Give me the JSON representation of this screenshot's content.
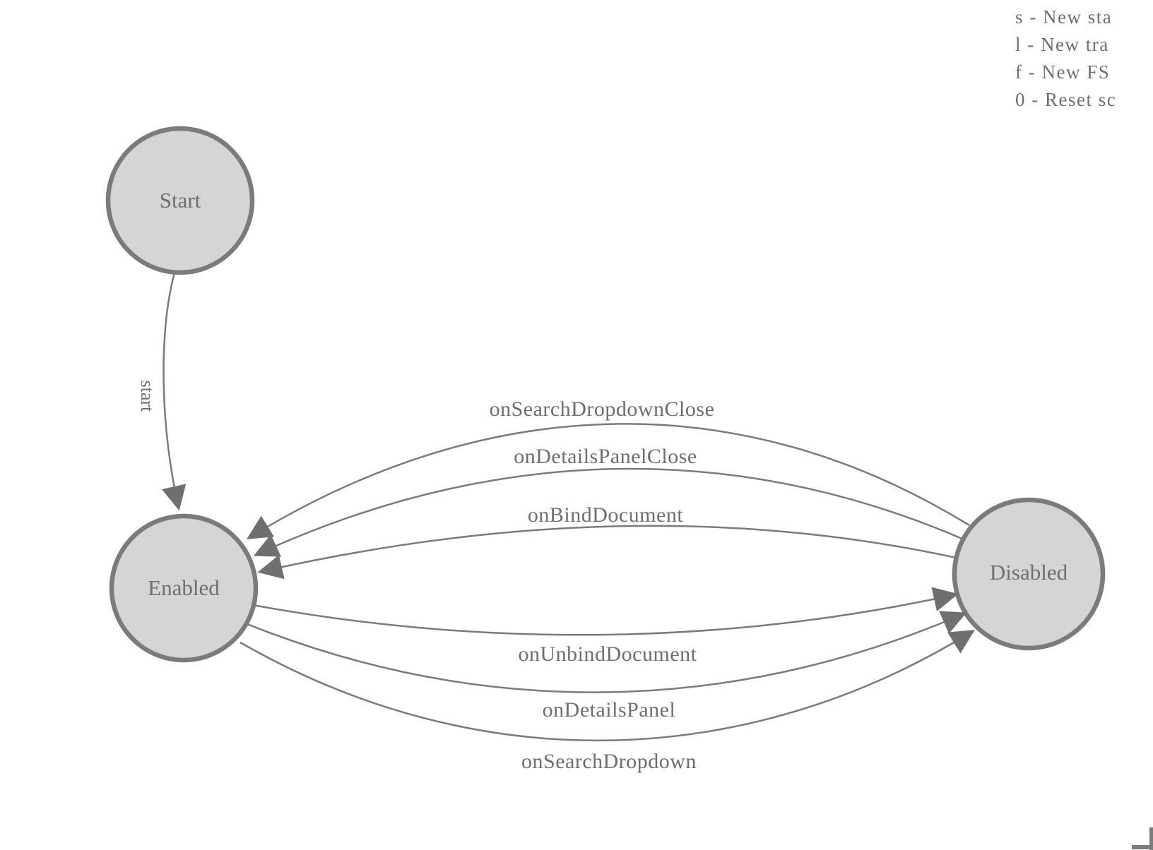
{
  "colors": {
    "background": "#ffffff",
    "node_fill": "#d5d5d5",
    "node_stroke": "#7b7b7b",
    "edge_stroke": "#7b7b7b",
    "arrow_fill": "#6f6f6f",
    "label_text": "#6e6e6e"
  },
  "legend": {
    "lines": [
      "s - New sta",
      "l - New tra",
      "f - New FS",
      "0 - Reset sc"
    ]
  },
  "states": {
    "start": {
      "label": "Start"
    },
    "enabled": {
      "label": "Enabled"
    },
    "disabled": {
      "label": "Disabled"
    }
  },
  "transitions": {
    "start": {
      "label": "start",
      "from": "Start",
      "to": "Enabled"
    },
    "onSearchDropdownClose": {
      "label": "onSearchDropdownClose",
      "from": "Disabled",
      "to": "Enabled"
    },
    "onDetailsPanelClose": {
      "label": "onDetailsPanelClose",
      "from": "Disabled",
      "to": "Enabled"
    },
    "onBindDocument": {
      "label": "onBindDocument",
      "from": "Disabled",
      "to": "Enabled"
    },
    "onUnbindDocument": {
      "label": "onUnbindDocument",
      "from": "Enabled",
      "to": "Disabled"
    },
    "onDetailsPanel": {
      "label": "onDetailsPanel",
      "from": "Enabled",
      "to": "Disabled"
    },
    "onSearchDropdown": {
      "label": "onSearchDropdown",
      "from": "Enabled",
      "to": "Disabled"
    }
  }
}
